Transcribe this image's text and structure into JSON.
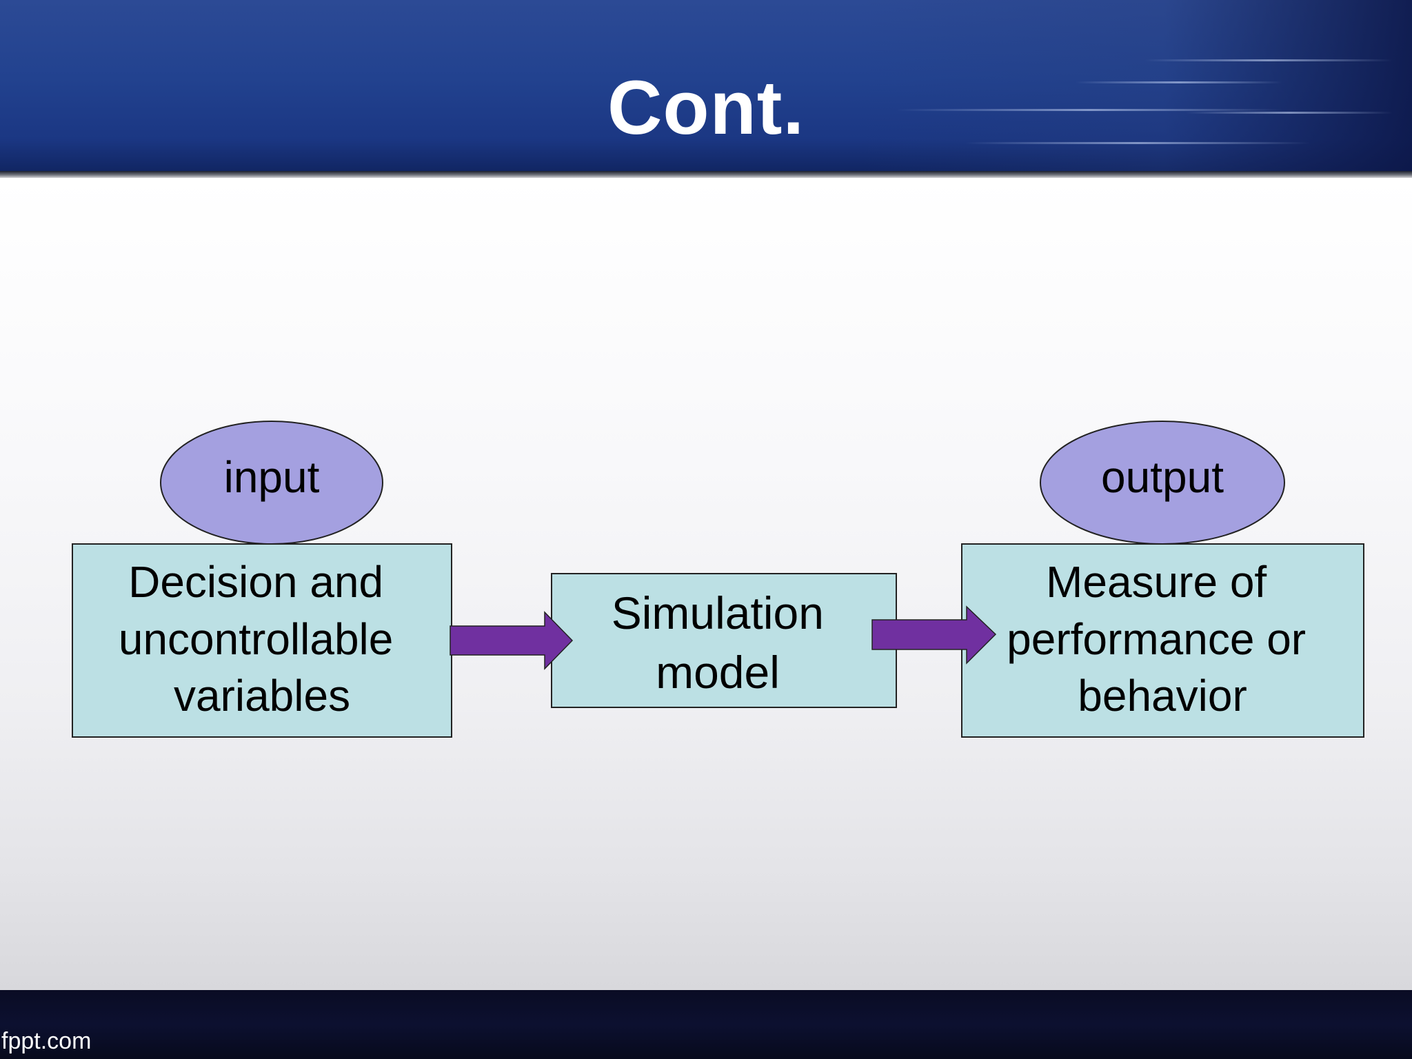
{
  "slide": {
    "title": "Cont.",
    "footer_brand": "fppt.com"
  },
  "diagram": {
    "nodes": {
      "input": {
        "label": "input"
      },
      "decision_vars": {
        "lines": [
          "Decision and",
          "uncontrollable",
          "variables"
        ]
      },
      "simulation_model": {
        "lines": [
          "Simulation",
          "model"
        ]
      },
      "measure": {
        "lines": [
          "Measure of",
          "performance or",
          "behavior"
        ]
      },
      "output": {
        "label": "output"
      }
    },
    "edges": [
      {
        "from": "decision_vars",
        "to": "simulation_model"
      },
      {
        "from": "simulation_model",
        "to": "measure"
      }
    ]
  },
  "colors": {
    "header_blue": "#22428f",
    "box_fill": "#bce0e4",
    "ellipse_fill": "#a4a0e0",
    "arrow_fill": "#7030a0",
    "footer_dark": "#0a0c24",
    "title_text": "#ffffff"
  }
}
